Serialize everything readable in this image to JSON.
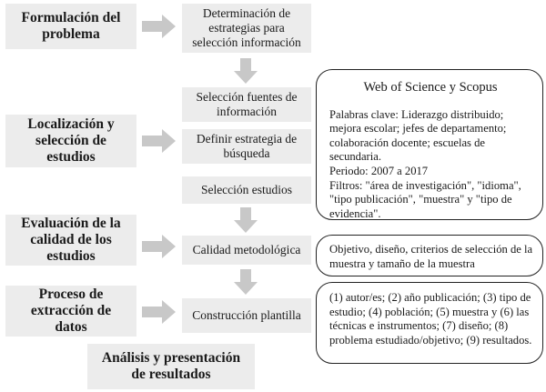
{
  "stages": [
    {
      "id": "s1",
      "label": "Formulación del problema"
    },
    {
      "id": "s2",
      "label": "Localización y selección de estudios"
    },
    {
      "id": "s3",
      "label": "Evaluación de la calidad de los estudios"
    },
    {
      "id": "s4",
      "label": "Proceso de extracción de datos"
    },
    {
      "id": "s5",
      "label": "Análisis y presentación de resultados"
    }
  ],
  "steps": [
    {
      "id": "p1",
      "label": "Determinación de estrategias para selección información"
    },
    {
      "id": "p2",
      "label": "Selección fuentes de información"
    },
    {
      "id": "p3",
      "label": "Definir estrategia de búsqueda"
    },
    {
      "id": "p4",
      "label": "Selección estudios"
    },
    {
      "id": "p5",
      "label": "Calidad metodológica"
    },
    {
      "id": "p6",
      "label": "Construcción plantilla"
    }
  ],
  "notes": {
    "databases": {
      "title": "Web of Science y Scopus",
      "keywords": "Palabras clave: Liderazgo distribuido; mejora escolar; jefes de departamento; colaboración docente; escuelas de secundaria.",
      "period": "Periodo: 2007 a 2017",
      "filters": "Filtros: \"área de investigación\", \"idioma\", \"tipo publicación\", \"muestra\" y \"tipo de evidencia\"."
    },
    "quality": "Objetivo, diseño, criterios de selección de la muestra y tamaño de la muestra",
    "template": "(1) autor/es; (2) año publicación; (3) tipo de estudio; (4) población; (5) muestra y (6) las técnicas e instrumentos; (7) diseño; (8) problema estudiado/objetivo; (9) resultados."
  },
  "colors": {
    "box_fill": "#ececec",
    "arrow_fill": "#c8c8c8",
    "border": "#222222"
  }
}
